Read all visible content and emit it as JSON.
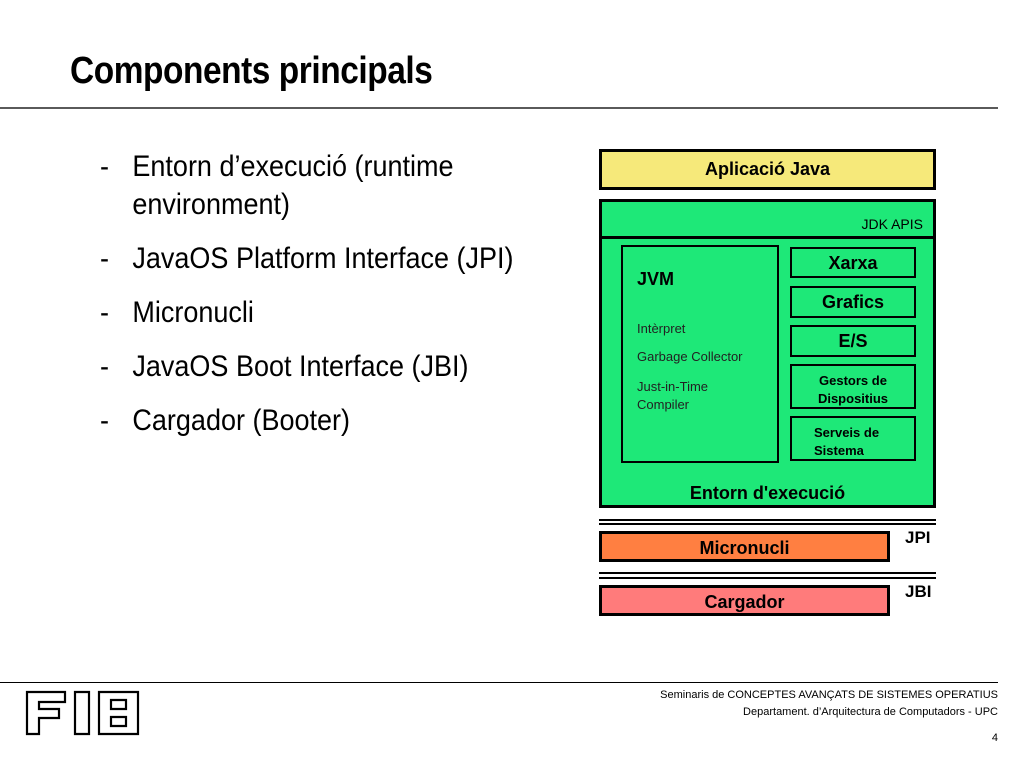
{
  "slide": {
    "title": "Components principals",
    "bullets": [
      {
        "dash": "-",
        "text": "Entorn d’execució (runtime environment)"
      },
      {
        "dash": "-",
        "text": "JavaOS Platform Interface (JPI)"
      },
      {
        "dash": "-",
        "text": "Micronucli"
      },
      {
        "dash": "-",
        "text": "JavaOS Boot Interface (JBI)"
      },
      {
        "dash": "-",
        "text": "Cargador (Booter)"
      }
    ]
  },
  "diagram": {
    "app": "Aplicació Java",
    "jdk": "JDK APIS",
    "runtime": "Entorn d'execució",
    "jvm": {
      "title": "JVM",
      "items": [
        "Intèrpret",
        "Garbage Collector",
        "Just-in-Time",
        "Compiler"
      ]
    },
    "services": {
      "xarxa": "Xarxa",
      "grafics": "Grafics",
      "es": "E/S",
      "gestors_1": "Gestors de",
      "gestors_2": "Dispositius",
      "serveis_1": "Serveis de",
      "serveis_2": "Sistema"
    },
    "micronucli": "Micronucli",
    "cargador": "Cargador",
    "jpi": "JPI",
    "jbi": "JBI",
    "colors": {
      "app": "#f6e97a",
      "runtime": "#1ee878",
      "micronucli": "#ff7f41",
      "cargador": "#ff7b7b"
    }
  },
  "footer": {
    "logo_icon": "fib-logo-icon",
    "line1": "Seminaris de CONCEPTES AVANÇATS DE SISTEMES OPERATIUS",
    "line2": "Departament.  d’Arquitectura de Computadors - UPC",
    "page": "4"
  }
}
